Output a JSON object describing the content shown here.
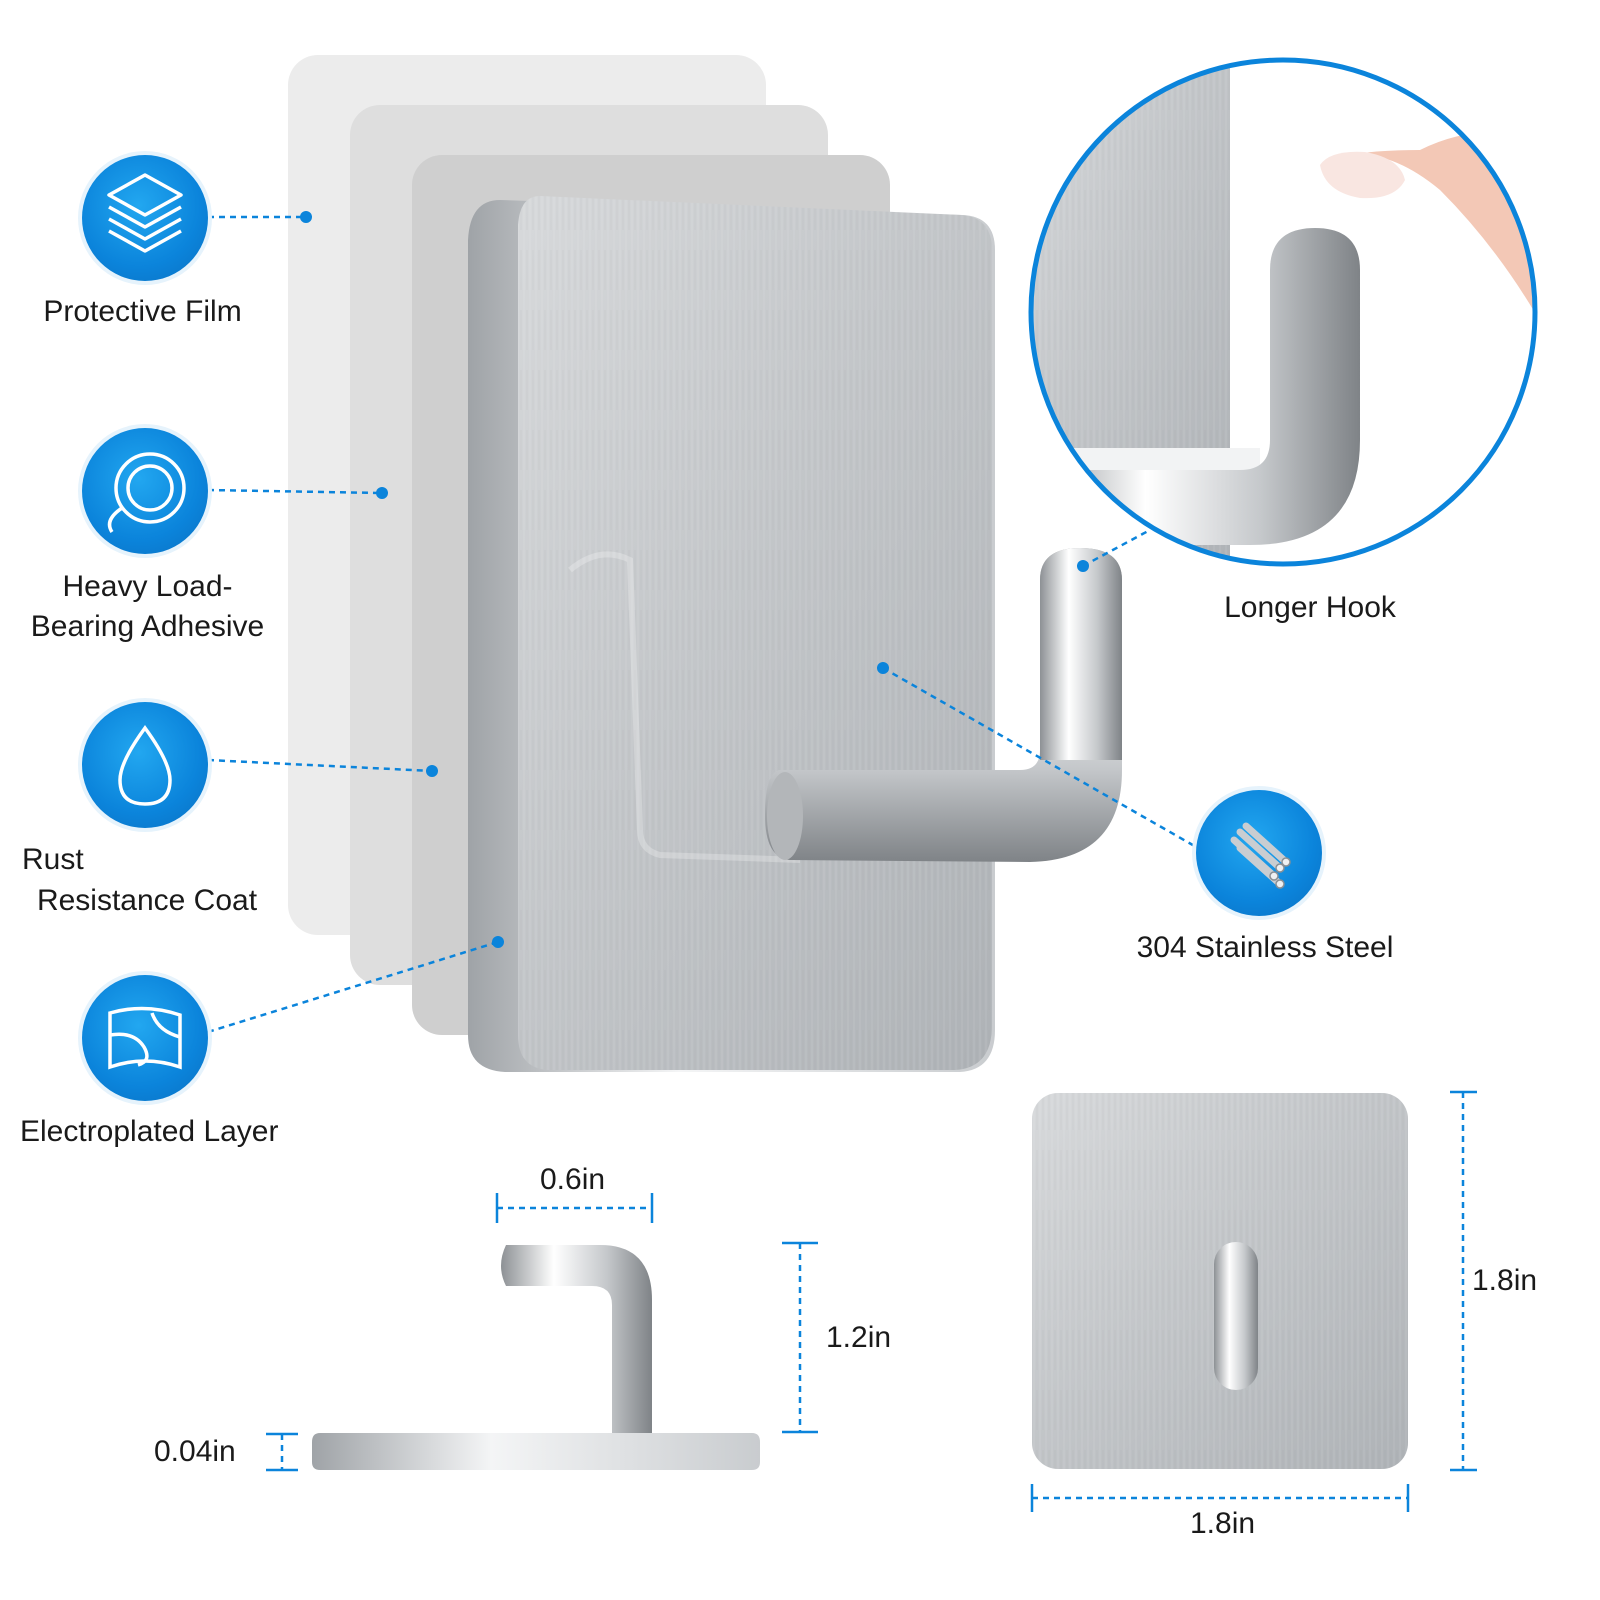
{
  "features": {
    "protective_film": "Protective Film",
    "adhesive_line1": "Heavy Load-",
    "adhesive_line2": "Bearing Adhesive",
    "rust_line1": "Rust",
    "rust_line2": "Resistance Coat",
    "electroplated": "Electroplated Layer",
    "longer_hook": "Longer Hook",
    "steel": "304 Stainless Steel"
  },
  "dimensions": {
    "hook_width": "0.6in",
    "hook_height": "1.2in",
    "base_thickness": "0.04in",
    "plate_height": "1.8in",
    "plate_width": "1.8in"
  },
  "colors": {
    "accent_blue": "#0b84db",
    "steel_light": "#e4e6e8",
    "steel_dark": "#a9adb1"
  },
  "icons": [
    "layers-icon",
    "tape-roll-icon",
    "water-drop-icon",
    "electroplate-icon",
    "steel-rods-icon"
  ]
}
